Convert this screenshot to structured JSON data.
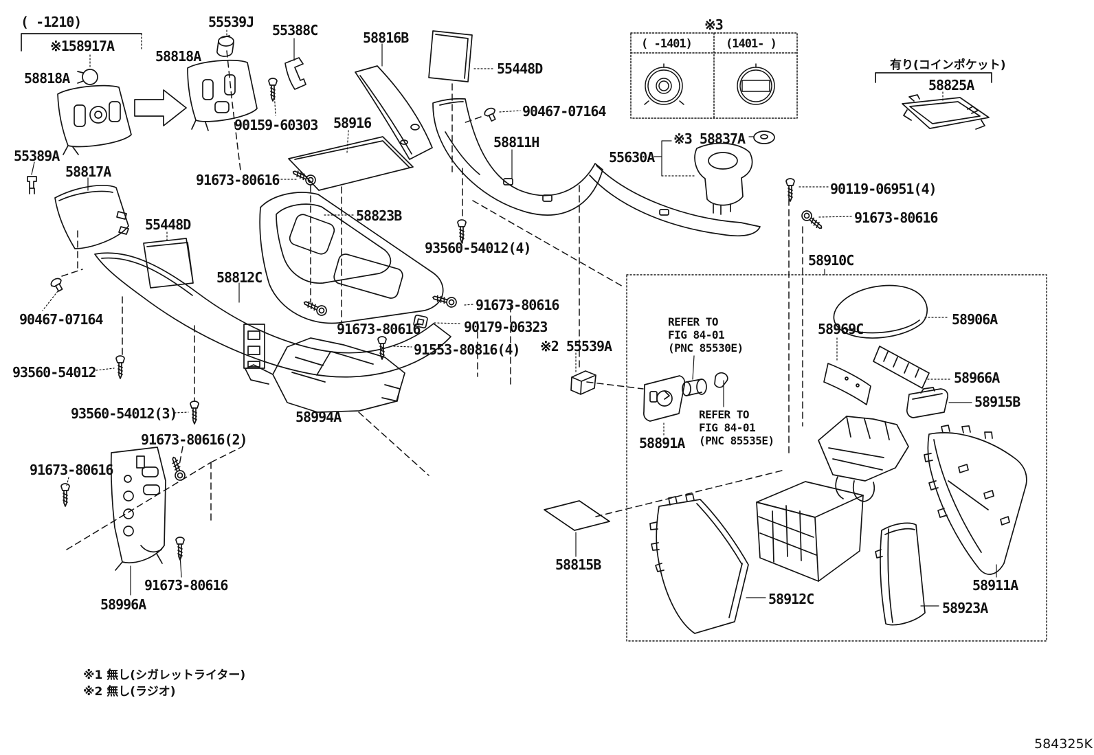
{
  "diagram": {
    "figure_code": "584325K",
    "notes": {
      "note1": "※1 無し(シガレットライター)",
      "note2": "※2 無し(ラジオ)"
    },
    "headers": {
      "range_early": "(  -1210)",
      "coin_pocket": "有り(コインポケット)",
      "table_marker": "※3",
      "table_col_early": "(  -1401)",
      "table_col_late": "(1401-  )"
    },
    "refer_notes": {
      "fig_85530e": "REFER TO\nFIG 84-01\n(PNC 85530E)",
      "fig_85535e": "REFER TO\nFIG 84-01\n(PNC 85535E)"
    },
    "parts": {
      "p58917a": "※158917A",
      "p58818a": "58818A",
      "p55539j": "55539J",
      "p55388c": "55388C",
      "p90159_60303": "90159-60303",
      "p58816b": "58816B",
      "p55448d": "55448D",
      "p90467_07164": "90467-07164",
      "p58811h": "58811H",
      "p58916": "58916",
      "p91673_80616": "91673-80616",
      "p55389a": "55389A",
      "p58817a": "58817A",
      "p58823b": "58823B",
      "p58812c": "58812C",
      "p93560_54012": "93560-54012",
      "p93560_54012_4": "93560-54012(4)",
      "p93560_54012_3": "93560-54012(3)",
      "p90179_06323": "90179-06323",
      "p91553_80816_4": "91553-80816(4)",
      "p91673_80616_2": "91673-80616(2)",
      "p58994a": "58994A",
      "p58996a": "58996A",
      "p55539a_2": "※2 55539A",
      "p58825a": "58825A",
      "p55630a": "55630A",
      "p58837a_3": "※3 58837A",
      "p90119_06951_4": "90119-06951(4)",
      "p58910c": "58910C",
      "p58969c": "58969C",
      "p58906a": "58906A",
      "p58966a": "58966A",
      "p58915b": "58915B",
      "p58891a": "58891A",
      "p58815b": "58815B",
      "p58912c": "58912C",
      "p58923a": "58923A",
      "p58911a": "58911A"
    }
  }
}
